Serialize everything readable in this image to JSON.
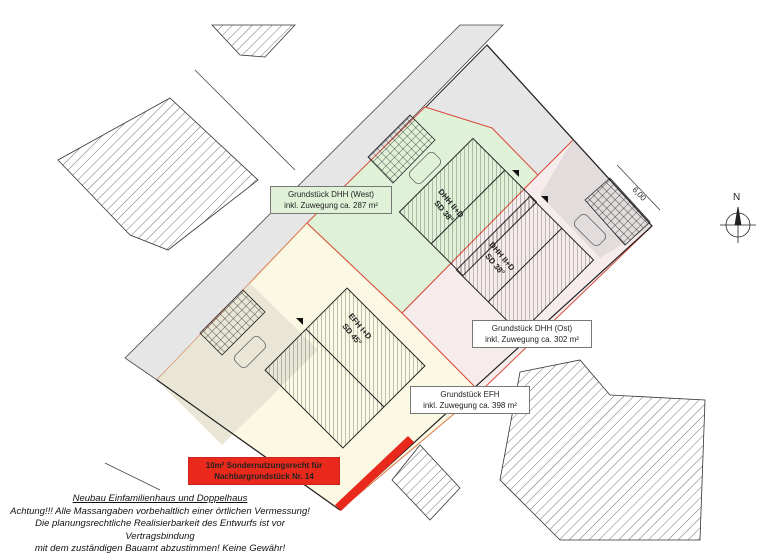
{
  "plots": {
    "dhh_west": {
      "title": "Grundstück DHH (West)",
      "area": "inkl. Zuwegung ca. 287 m²",
      "color": "#dff2d8"
    },
    "dhh_ost": {
      "title": "Grundstück DHH (Ost)",
      "area": "inkl. Zuwegung ca. 302 m²",
      "color": "#f7ecec"
    },
    "efh": {
      "title": "Grundstück EFH",
      "area": "inkl. Zuwegung ca. 398 m²",
      "color": "#fbf8e4"
    }
  },
  "buildings": {
    "efh": {
      "line1": "EFH I+D",
      "line2": "SD 45°"
    },
    "dhh1": {
      "line1": "DHH II+D",
      "line2": "SD 38°"
    },
    "dhh2": {
      "line1": "DHH II+D",
      "line2": "SD 38°"
    }
  },
  "special_use": {
    "line1": "10m² Sondernutzungsrecht für",
    "line2": "Nachbargrundstück Nr. 14",
    "color": "#e8291c"
  },
  "dimension": "6,00",
  "north": "N",
  "notes": {
    "title": "Neubau Einfamilienhaus und Doppelhaus",
    "line1": "Achtung!!! Alle Massangaben vorbehaltlich einer örtlichen Vermessung!",
    "line2": "Die planungsrechtliche Realisierbarkeit des Entwurfs ist vor Vertragsbindung",
    "line3": "mit dem zuständigen Bauamt abzustimmen! Keine Gewähr!"
  }
}
